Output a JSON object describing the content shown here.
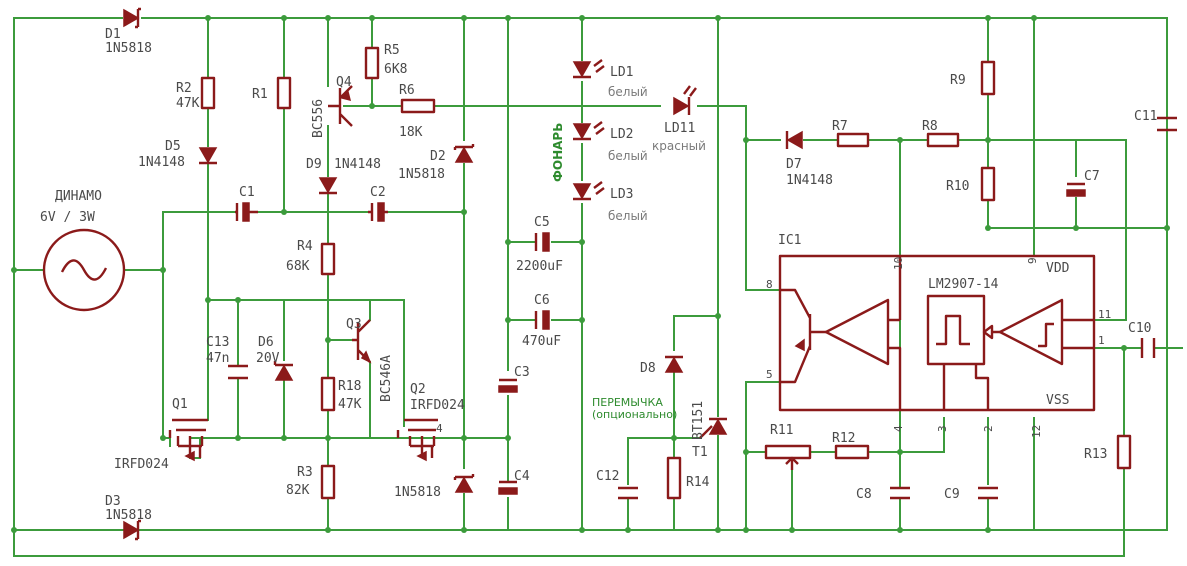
{
  "title": "",
  "components": {
    "D1": {
      "ref": "D1",
      "value": "1N5818"
    },
    "D3": {
      "ref": "D3",
      "value": "1N5818"
    },
    "D5": {
      "ref": "D5",
      "value": "1N4148"
    },
    "D9": {
      "ref": "D9",
      "value": "1N4148"
    },
    "D2": {
      "ref": "D2",
      "value": "1N5818"
    },
    "D6": {
      "ref": "D6",
      "value": "20V"
    },
    "D7": {
      "ref": "D7",
      "value": "1N4148"
    },
    "D8": {
      "ref": "D8",
      "value": ""
    },
    "D4": {
      "ref": "",
      "value": "1N5818"
    },
    "R1": {
      "ref": "R1",
      "value": ""
    },
    "R2": {
      "ref": "R2",
      "value": "47K"
    },
    "R3": {
      "ref": "R3",
      "value": "82K"
    },
    "R4": {
      "ref": "R4",
      "value": "68K"
    },
    "R5": {
      "ref": "R5",
      "value": "6K8"
    },
    "R6": {
      "ref": "R6",
      "value": "18K"
    },
    "R7": {
      "ref": "R7",
      "value": ""
    },
    "R8": {
      "ref": "R8",
      "value": ""
    },
    "R9": {
      "ref": "R9",
      "value": ""
    },
    "R10": {
      "ref": "R10",
      "value": ""
    },
    "R11": {
      "ref": "R11",
      "value": ""
    },
    "R12": {
      "ref": "R12",
      "value": ""
    },
    "R13": {
      "ref": "R13",
      "value": ""
    },
    "R14": {
      "ref": "R14",
      "value": ""
    },
    "R18": {
      "ref": "R18",
      "value": "47K"
    },
    "C1": {
      "ref": "C1",
      "value": ""
    },
    "C2": {
      "ref": "C2",
      "value": ""
    },
    "C3": {
      "ref": "C3",
      "value": ""
    },
    "C4": {
      "ref": "C4",
      "value": ""
    },
    "C5": {
      "ref": "C5",
      "value": "2200uF"
    },
    "C6": {
      "ref": "C6",
      "value": "470uF"
    },
    "C7": {
      "ref": "C7",
      "value": ""
    },
    "C8": {
      "ref": "C8",
      "value": ""
    },
    "C9": {
      "ref": "C9",
      "value": ""
    },
    "C10": {
      "ref": "C10",
      "value": ""
    },
    "C11": {
      "ref": "C11",
      "value": ""
    },
    "C12": {
      "ref": "C12",
      "value": ""
    },
    "C13": {
      "ref": "C13",
      "value": "47n"
    },
    "Q1": {
      "ref": "Q1",
      "value": "IRFD024"
    },
    "Q2": {
      "ref": "Q2",
      "value": "IRFD024"
    },
    "Q3": {
      "ref": "Q3",
      "value": "BC546A"
    },
    "Q4": {
      "ref": "Q4",
      "value": "BC556"
    },
    "LD1": {
      "ref": "LD1",
      "value": "белый"
    },
    "LD2": {
      "ref": "LD2",
      "value": "белый"
    },
    "LD3": {
      "ref": "LD3",
      "value": "белый"
    },
    "LD11": {
      "ref": "LD11",
      "value": "красный"
    },
    "T1": {
      "ref": "T1",
      "value": "BT151"
    },
    "IC1": {
      "ref": "IC1",
      "value": "LM2907-14"
    }
  },
  "labels": {
    "dynamo_name": "ДИНАМО",
    "dynamo_rating": "6V / 3W",
    "lamp_net": "ФОНАРЬ",
    "jumper_line1": "ПЕРЕМЫЧКА",
    "jumper_line2": "(опционально)",
    "vdd": "VDD",
    "vss": "VSS",
    "q2_pin4": "4"
  },
  "ic_pins": [
    "1",
    "2",
    "3",
    "4",
    "5",
    "8",
    "9",
    "10",
    "11",
    "12"
  ],
  "colors": {
    "wire": "#3c9b3c",
    "component": "#8b1a1a",
    "text": "#4a4a4a",
    "note": "#2e8b2e"
  }
}
